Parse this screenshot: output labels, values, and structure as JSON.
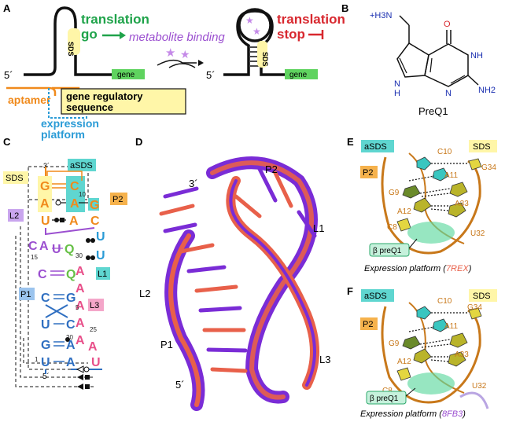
{
  "panels": {
    "A": {
      "label": "A",
      "sds": "SDS",
      "translation_go_1": "translation",
      "translation_go_2": "go",
      "metabolite_binding": "metabolite binding",
      "translation_stop_1": "translation",
      "translation_stop_2": "stop",
      "five_prime_left": "5´",
      "five_prime_right": "5´",
      "gene_left": "gene",
      "gene_right": "gene",
      "sds_right": "SDS",
      "aptamer": "aptamer",
      "gene_regulatory_1": "gene regulatory",
      "gene_regulatory_2": "sequence",
      "expression_1": "expression",
      "expression_2": "platform"
    },
    "B": {
      "label": "B",
      "h3n": "+H3N",
      "oxygen": "O",
      "nh": "NH",
      "n_bottom": "N",
      "n_left": "N",
      "h_left": "H",
      "nh2": "NH2",
      "name": "PreQ1"
    },
    "C": {
      "label": "C",
      "three_prime": "3´",
      "five_prime": "5´",
      "sds": "SDS",
      "asds": "aSDS",
      "p2": "P2",
      "l2": "L2",
      "p1": "P1",
      "l1": "L1",
      "l3": "L3",
      "nucleotides": [
        "G",
        "A",
        "U",
        "C",
        "A",
        "U",
        "C",
        "C",
        "U",
        "G",
        "U",
        "C",
        "C",
        "A",
        "G",
        "Q",
        "Q",
        "U",
        "U",
        "G",
        "A",
        "A",
        "A",
        "A",
        "A",
        "A",
        "A",
        "A",
        "A",
        "U",
        "A",
        "A",
        "G",
        "C"
      ],
      "numbers": [
        "10",
        "15",
        "30",
        "5",
        "20",
        "25",
        "1"
      ]
    },
    "D": {
      "label": "D",
      "three_prime": "3´",
      "five_prime": "5´",
      "p2": "P2",
      "l1": "L1",
      "l2": "L2",
      "p1": "P1",
      "l3": "L3"
    },
    "E": {
      "label": "E",
      "asds": "aSDS",
      "sds": "SDS",
      "p2": "P2",
      "c10": "C10",
      "a11": "A11",
      "g34": "G34",
      "g9": "G9",
      "a12": "A12",
      "a33": "A33",
      "c8": "C8",
      "u32": "U32",
      "preq1": "β preQ1",
      "caption_prefix": "Expression platform (",
      "pdb": "7REX",
      "caption_suffix": ")"
    },
    "F": {
      "label": "F",
      "asds": "aSDS",
      "sds": "SDS",
      "p2": "P2",
      "c10": "C10",
      "a11": "A11",
      "g34": "G34",
      "g9": "G9",
      "a12": "A12",
      "a33": "A33",
      "c8": "C8",
      "u32": "U32",
      "preq1": "β preQ1",
      "caption_prefix": "Expression platform (",
      "pdb": "8FB3",
      "caption_suffix": ")"
    }
  },
  "colors": {
    "green": "#1fa34a",
    "purple": "#9b4fd0",
    "red": "#d8282f",
    "orange": "#f08a1c",
    "blue": "#2a9bd6",
    "yellow_box": "#fff6a8",
    "gene_green": "#5fd35f",
    "cyan_label": "#5fd6d0",
    "pink": "#e8508a",
    "p1_blue": "#2f6fc1",
    "violet": "#7a2cd6",
    "salmon": "#e8604a"
  }
}
